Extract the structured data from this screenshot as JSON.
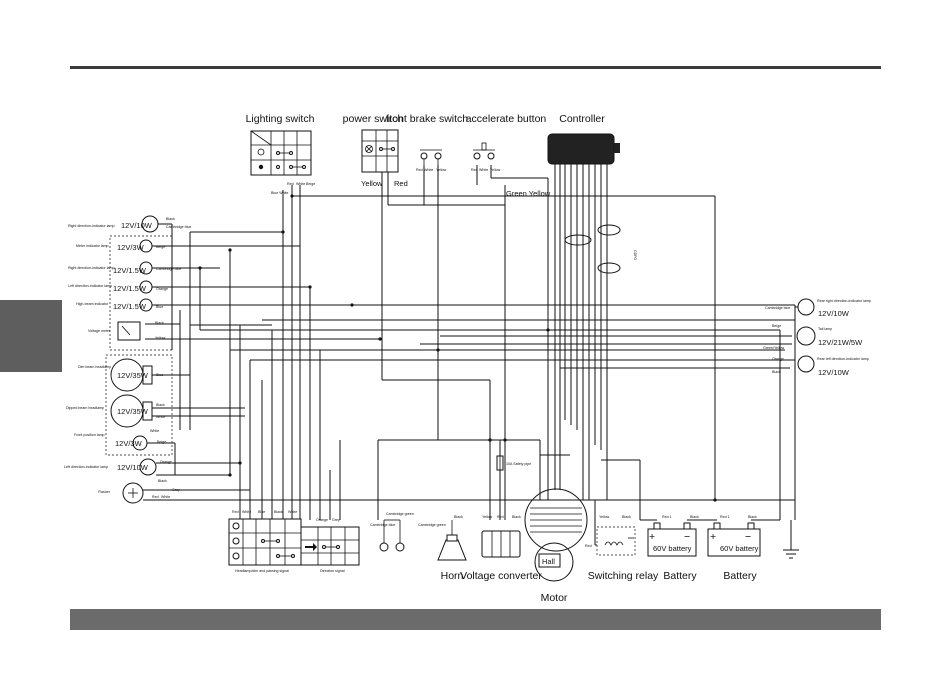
{
  "labels": {
    "lighting_switch": "Lighting switch",
    "power_switch": "power switch",
    "front_brake_switch": "front brake switch",
    "accelerate_button": "accelerate button",
    "controller": "Controller",
    "yellow": "Yellow",
    "red": "Red",
    "green_yellow": "Green  Yellow",
    "horn": "Horn",
    "voltage_converter": "Voltage converter",
    "switching_relay": "Switching relay",
    "battery_1": "Battery",
    "battery_2": "Battery",
    "motor": "Motor",
    "hall": "Hall",
    "battery_1_rating": "60V battery",
    "battery_2_rating": "60V battery",
    "safety_pipe": "10A Safety pipe"
  },
  "left_lamps": [
    {
      "name": "Right direction-indicator lamp",
      "rating": "12V/10W",
      "wires": "Black / Cambridge blue"
    },
    {
      "name": "Meter indicator lamp",
      "rating": "12V/3W",
      "wires": "Beige"
    },
    {
      "name": "Right direction-indicator lamp",
      "rating": "12V/1.5W",
      "wires": "Cambridge blue"
    },
    {
      "name": "Left direction-indicator lamp",
      "rating": "12V/1.5W",
      "wires": "Orange"
    },
    {
      "name": "High-beam indicator",
      "rating": "12V/1.5W",
      "wires": "Blue"
    },
    {
      "name": "Voltage meter",
      "rating": "",
      "wires": "Black / Yellow"
    },
    {
      "name": "Dim beam headlamp",
      "rating": "12V/35W",
      "wires": "Blue"
    },
    {
      "name": "Dipped beam headlamp",
      "rating": "12V/35W",
      "wires": "Black / White"
    },
    {
      "name": "Front position lamp",
      "rating": "12V/3W",
      "wires": "White / Beige"
    },
    {
      "name": "Left direction-indicator lamp",
      "rating": "12V/10W",
      "wires": "Orange / Black"
    },
    {
      "name": "Flasher",
      "rating": "",
      "wires": "Grey / Red / White"
    }
  ],
  "right_lamps": [
    {
      "name": "Rear right direction-indicator lamp",
      "rating": "12V/10W",
      "wire": "Cambridge blue"
    },
    {
      "name": "Tail lamp",
      "rating": "12V/21W/5W",
      "wire": "Beige / Green/Yellow"
    },
    {
      "name": "Rear left direction-indicator lamp",
      "rating": "12V/10W",
      "wire": "Orange / Black"
    }
  ],
  "wire_tags": {
    "red": "Red",
    "white": "White",
    "beige": "Beige",
    "blue_white": "Blue White",
    "black": "Black",
    "yellow": "Yellow",
    "grey": "Grey",
    "orange": "Orange",
    "cambridge_blue": "Cambridge blue",
    "cambridge_green": "Cambridge green",
    "green": "Green"
  },
  "bottom_switches": {
    "headlamp_switch": "Headlamp/dim and passing signal",
    "direction_switch": "Direction signal"
  },
  "controller_side_text": "CDFG"
}
